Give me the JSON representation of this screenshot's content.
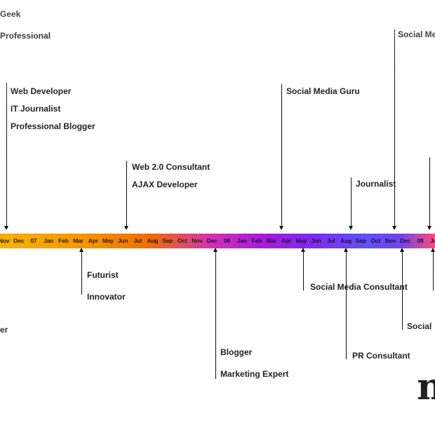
{
  "timeline": {
    "months": [
      "Nov",
      "Dec",
      "07",
      "Jan",
      "Feb",
      "Mar",
      "Apr",
      "May",
      "Jun",
      "Jul",
      "Aug",
      "Sep",
      "Oct",
      "Nov",
      "Dec",
      "08",
      "Jan",
      "Feb",
      "Mar",
      "Apr",
      "May",
      "Jun",
      "Jul",
      "Aug",
      "Sep",
      "Oct",
      "Nov",
      "Dec",
      "09",
      "Jan"
    ]
  },
  "labels": {
    "top_left": {
      "line1": "Geek",
      "line2": "Professional"
    },
    "web_developer_group": {
      "item1": "Web Developer",
      "item2": "IT Journalist",
      "item3": "Professional Blogger"
    },
    "web20_group": {
      "item1": "Web 2.0 Consultant",
      "item2": "AJAX Developer"
    },
    "social_media_guru": "Social Media Guru",
    "social_me_top": "Social Me",
    "journalist": "Journalist",
    "futurist_group": {
      "item1": "Futurist",
      "item2": "Innovator"
    },
    "blogger_group": {
      "item1": "Blogger",
      "item2": "Marketing Expert"
    },
    "social_media_consultant": "Social Media Consultant",
    "social_right_lower": "Social",
    "pr_consultant": "PR Consultant",
    "left_partial": "er"
  },
  "logo": {
    "glyph": "n"
  }
}
